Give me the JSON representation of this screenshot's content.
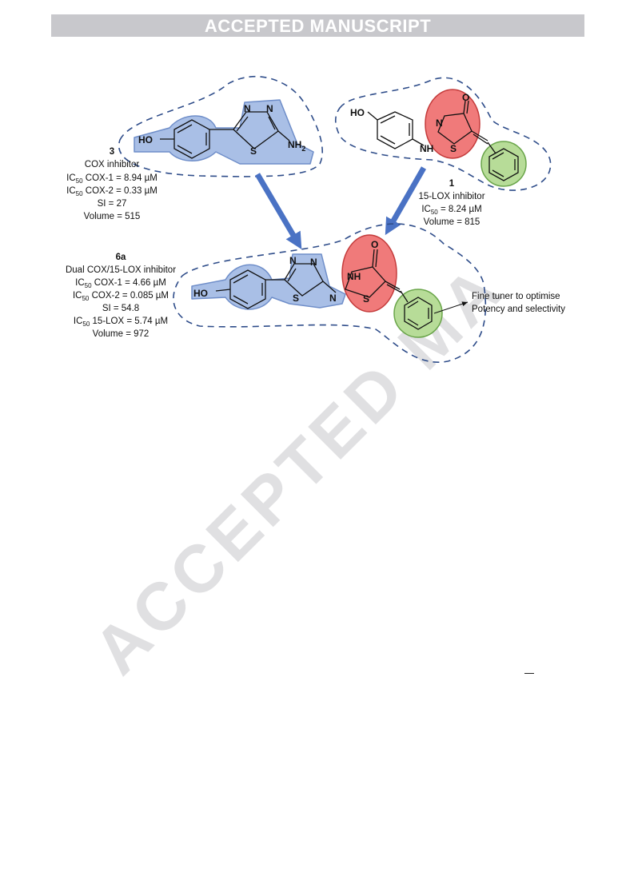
{
  "header": {
    "banner": "ACCEPTED MANUSCRIPT"
  },
  "watermark": "ACCEPTED MA",
  "compound3": {
    "number": "3",
    "role": "COX inhibitor",
    "ic50_cox1": "COX-1 = 8.94 µM",
    "ic50_cox2": "COX-2 = 0.33 µM",
    "si": "SI = 27",
    "volume": "Volume = 515"
  },
  "compound1": {
    "number": "1",
    "role": "15-LOX inhibitor",
    "ic50": "= 8.24 µM",
    "volume": "Volume = 815"
  },
  "compound6a": {
    "number": "6a",
    "role": "Dual COX/15-LOX inhibitor",
    "ic50_cox1": "COX-1  = 4.66  µM",
    "ic50_cox2": "COX-2  = 0.085 µM",
    "si": "SI  = 54.8",
    "ic50_lox": "15-LOX = 5.74  µM",
    "volume": "Volume  = 972"
  },
  "ic_prefix": "IC",
  "ic_sub": "50",
  "annotation": {
    "line1": "Fine tuner to optimise",
    "line2": "Potency and selectivity"
  },
  "atoms": {
    "ho": "HO",
    "n": "N",
    "s": "S",
    "nh": "NH",
    "nh2": "NH",
    "sub2": "2",
    "o": "O"
  },
  "colors": {
    "blue_fill": "#a9bfe6",
    "blue_stroke": "#6f8ec9",
    "red_fill": "#f07a7a",
    "red_stroke": "#c43b3b",
    "green_fill": "#b7dc98",
    "green_stroke": "#6aa54a",
    "arrow": "#4a72c4",
    "dash": "#2f4d8a"
  }
}
